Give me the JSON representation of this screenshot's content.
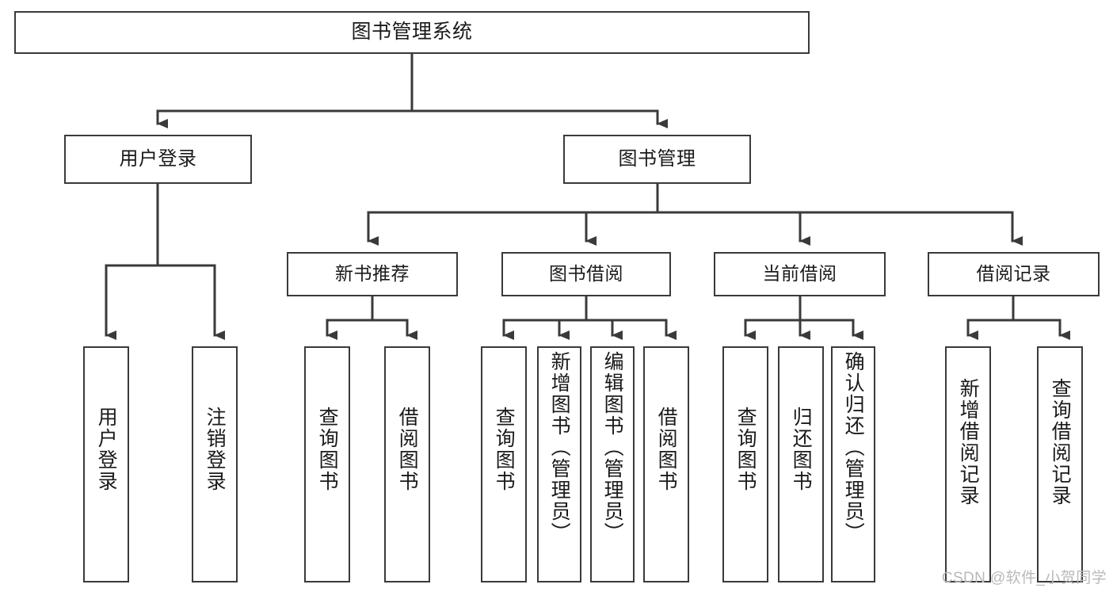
{
  "diagram": {
    "title": "图书管理系统",
    "type": "tree-hierarchy",
    "root": {
      "id": "root",
      "label": "图书管理系统"
    },
    "level2": [
      {
        "id": "user-login",
        "label": "用户登录"
      },
      {
        "id": "book-manage",
        "label": "图书管理"
      }
    ],
    "level3": [
      {
        "id": "new-book-recommend",
        "label": "新书推荐",
        "parent": "book-manage"
      },
      {
        "id": "book-borrow",
        "label": "图书借阅",
        "parent": "book-manage"
      },
      {
        "id": "current-borrow",
        "label": "当前借阅",
        "parent": "book-manage"
      },
      {
        "id": "borrow-record",
        "label": "借阅记录",
        "parent": "book-manage"
      }
    ],
    "leaves": [
      {
        "id": "leaf-user-login",
        "label": "用户登录",
        "parent": "user-login"
      },
      {
        "id": "leaf-user-logout",
        "label": "注销登录",
        "parent": "user-login"
      },
      {
        "id": "leaf-query-book-1",
        "label": "查询图书",
        "parent": "new-book-recommend"
      },
      {
        "id": "leaf-borrow-book-1",
        "label": "借阅图书",
        "parent": "new-book-recommend"
      },
      {
        "id": "leaf-query-book-2",
        "label": "查询图书",
        "parent": "book-borrow"
      },
      {
        "id": "leaf-add-book",
        "label": "新增图书（管理员）",
        "parent": "book-borrow"
      },
      {
        "id": "leaf-edit-book",
        "label": "编辑图书（管理员）",
        "parent": "book-borrow"
      },
      {
        "id": "leaf-borrow-book-2",
        "label": "借阅图书",
        "parent": "book-borrow"
      },
      {
        "id": "leaf-query-book-3",
        "label": "查询图书",
        "parent": "current-borrow"
      },
      {
        "id": "leaf-return-book",
        "label": "归还图书",
        "parent": "current-borrow"
      },
      {
        "id": "leaf-confirm-return",
        "label": "确认归还（管理员）",
        "parent": "current-borrow"
      },
      {
        "id": "leaf-add-record",
        "label": "新增借阅记录",
        "parent": "borrow-record"
      },
      {
        "id": "leaf-query-record",
        "label": "查询借阅记录",
        "parent": "borrow-record"
      }
    ],
    "watermark": "CSDN @软件_小贺同学",
    "colors": {
      "stroke": "#3a3a3a",
      "background": "#ffffff",
      "text": "#1a1a1a",
      "watermark": "#b9b9b9"
    }
  }
}
